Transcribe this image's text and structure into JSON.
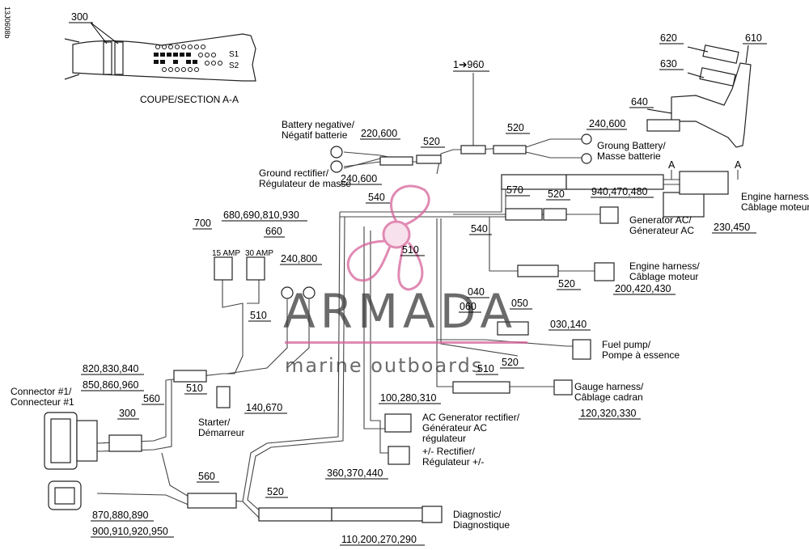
{
  "drawing_code": "13J0608b",
  "section": {
    "title": "COUPE/SECTION A-A",
    "fuse_left": "15 AMP",
    "fuse_right": "30 AMP"
  },
  "callouts": {
    "c300_top": "300",
    "c960": "1➔960",
    "c620": "620",
    "c610": "610",
    "c630": "630",
    "c640": "640",
    "c520_top_right": "520",
    "c520_top_mid": "520",
    "c240_600_top": "240,600",
    "c220_600": "220,600",
    "c240_600_left": "240,600",
    "c540_a": "540",
    "c540_b": "540",
    "c570": "570",
    "c520_gen": "520",
    "c940": "940,470,480",
    "c230": "230,450",
    "c700": "700",
    "c680": "680,690,810,930",
    "c660": "660",
    "c240_800": "240,800",
    "c510_watermark": "510",
    "c520_eng": "520",
    "c200": "200,420,430",
    "c510_mid": "510",
    "c040": "040",
    "c060": "060",
    "c050": "050",
    "c030": "030,140",
    "c520_fuel": "520",
    "c510_gauge": "510",
    "c120": "120,320,330",
    "c820": "820,830,840",
    "c850": "850,860,960",
    "c510_starter": "510",
    "c140_670": "140,670",
    "c300_bottom": "300",
    "c560_a": "560",
    "c560_b": "560",
    "c520_bottom": "520",
    "c100": "100,280,310",
    "c360": "360,370,440",
    "c870": "870,880,890",
    "c900": "900,910,920,950",
    "c110": "110,200,270,290",
    "section_a_left": "A",
    "section_a_right": "A"
  },
  "labels": {
    "battery_negative": [
      "Battery negative/",
      "Négatif batterie"
    ],
    "ground_rectifier": [
      "Ground rectifier/",
      "Régulateur de masse"
    ],
    "ground_battery": [
      "Groung Battery/",
      "Masse batterie"
    ],
    "engine_harness_top": [
      "Engine harness/",
      "Câblage moteur"
    ],
    "generator_ac": [
      "Generator AC/",
      "Génerateur AC"
    ],
    "engine_harness_mid": [
      "Engine harness/",
      "Câblage moteur"
    ],
    "fuel_pump": [
      "Fuel pump/",
      "Pompe à essence"
    ],
    "gauge_harness": [
      "Gauge harness/",
      "Câblage cadran"
    ],
    "connector_1": [
      "Connector #1/",
      "Connecteur #1"
    ],
    "starter": [
      "Starter/",
      "Démarreur"
    ],
    "ac_generator_rectifier": [
      "AC Generator rectifier/",
      "Générateur AC",
      "régulateur"
    ],
    "rectifier": [
      "+/- Rectifier/",
      "Régulateur +/-"
    ],
    "diagnostic": [
      "Diagnostic/",
      "Diagnostique"
    ]
  },
  "watermark": {
    "brand": "ARMADA",
    "tagline": "marine outboards",
    "accent": "#d6639a"
  },
  "colors": {
    "line": "#222222",
    "wire": "#444444",
    "background": "#ffffff"
  }
}
